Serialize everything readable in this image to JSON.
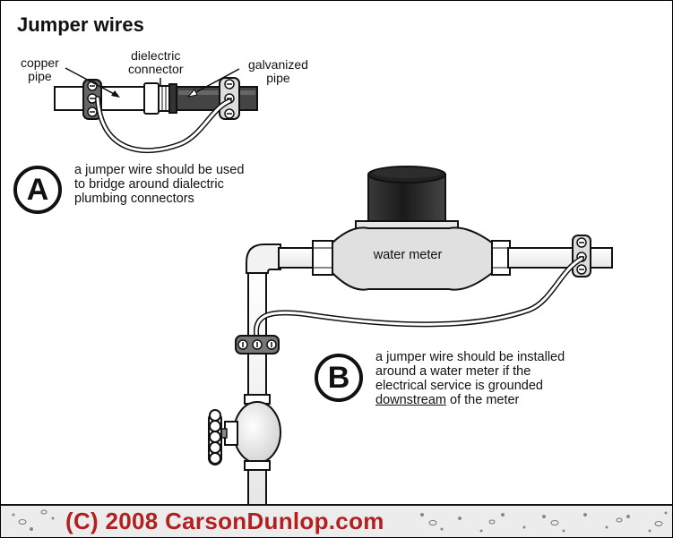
{
  "title": "Jumper wires",
  "labels": {
    "copper_line1": "copper",
    "copper_line2": "pipe",
    "dielectric_line1": "dielectric",
    "dielectric_line2": "connector",
    "galvanized_line1": "galvanized",
    "galvanized_line2": "pipe"
  },
  "badge_a": "A",
  "badge_b": "B",
  "note_a": [
    "a jumper wire should be used",
    "to bridge around dialectric",
    "plumbing connectors"
  ],
  "note_b": {
    "line1": "a jumper wire should be installed",
    "line2": "around a water meter if the",
    "line3": "electrical service is grounded",
    "line4_underlined": "downstream",
    "line4_rest": " of the meter"
  },
  "meter_label": "water meter",
  "copyright": "(C) 2008 CarsonDunlop.com",
  "colors": {
    "copyright": "#b22020",
    "galvanized_pipe": "#444444",
    "meter_body": "#e0e0e0",
    "meter_cap": "#1e1e1e",
    "ground": "#ececec"
  }
}
